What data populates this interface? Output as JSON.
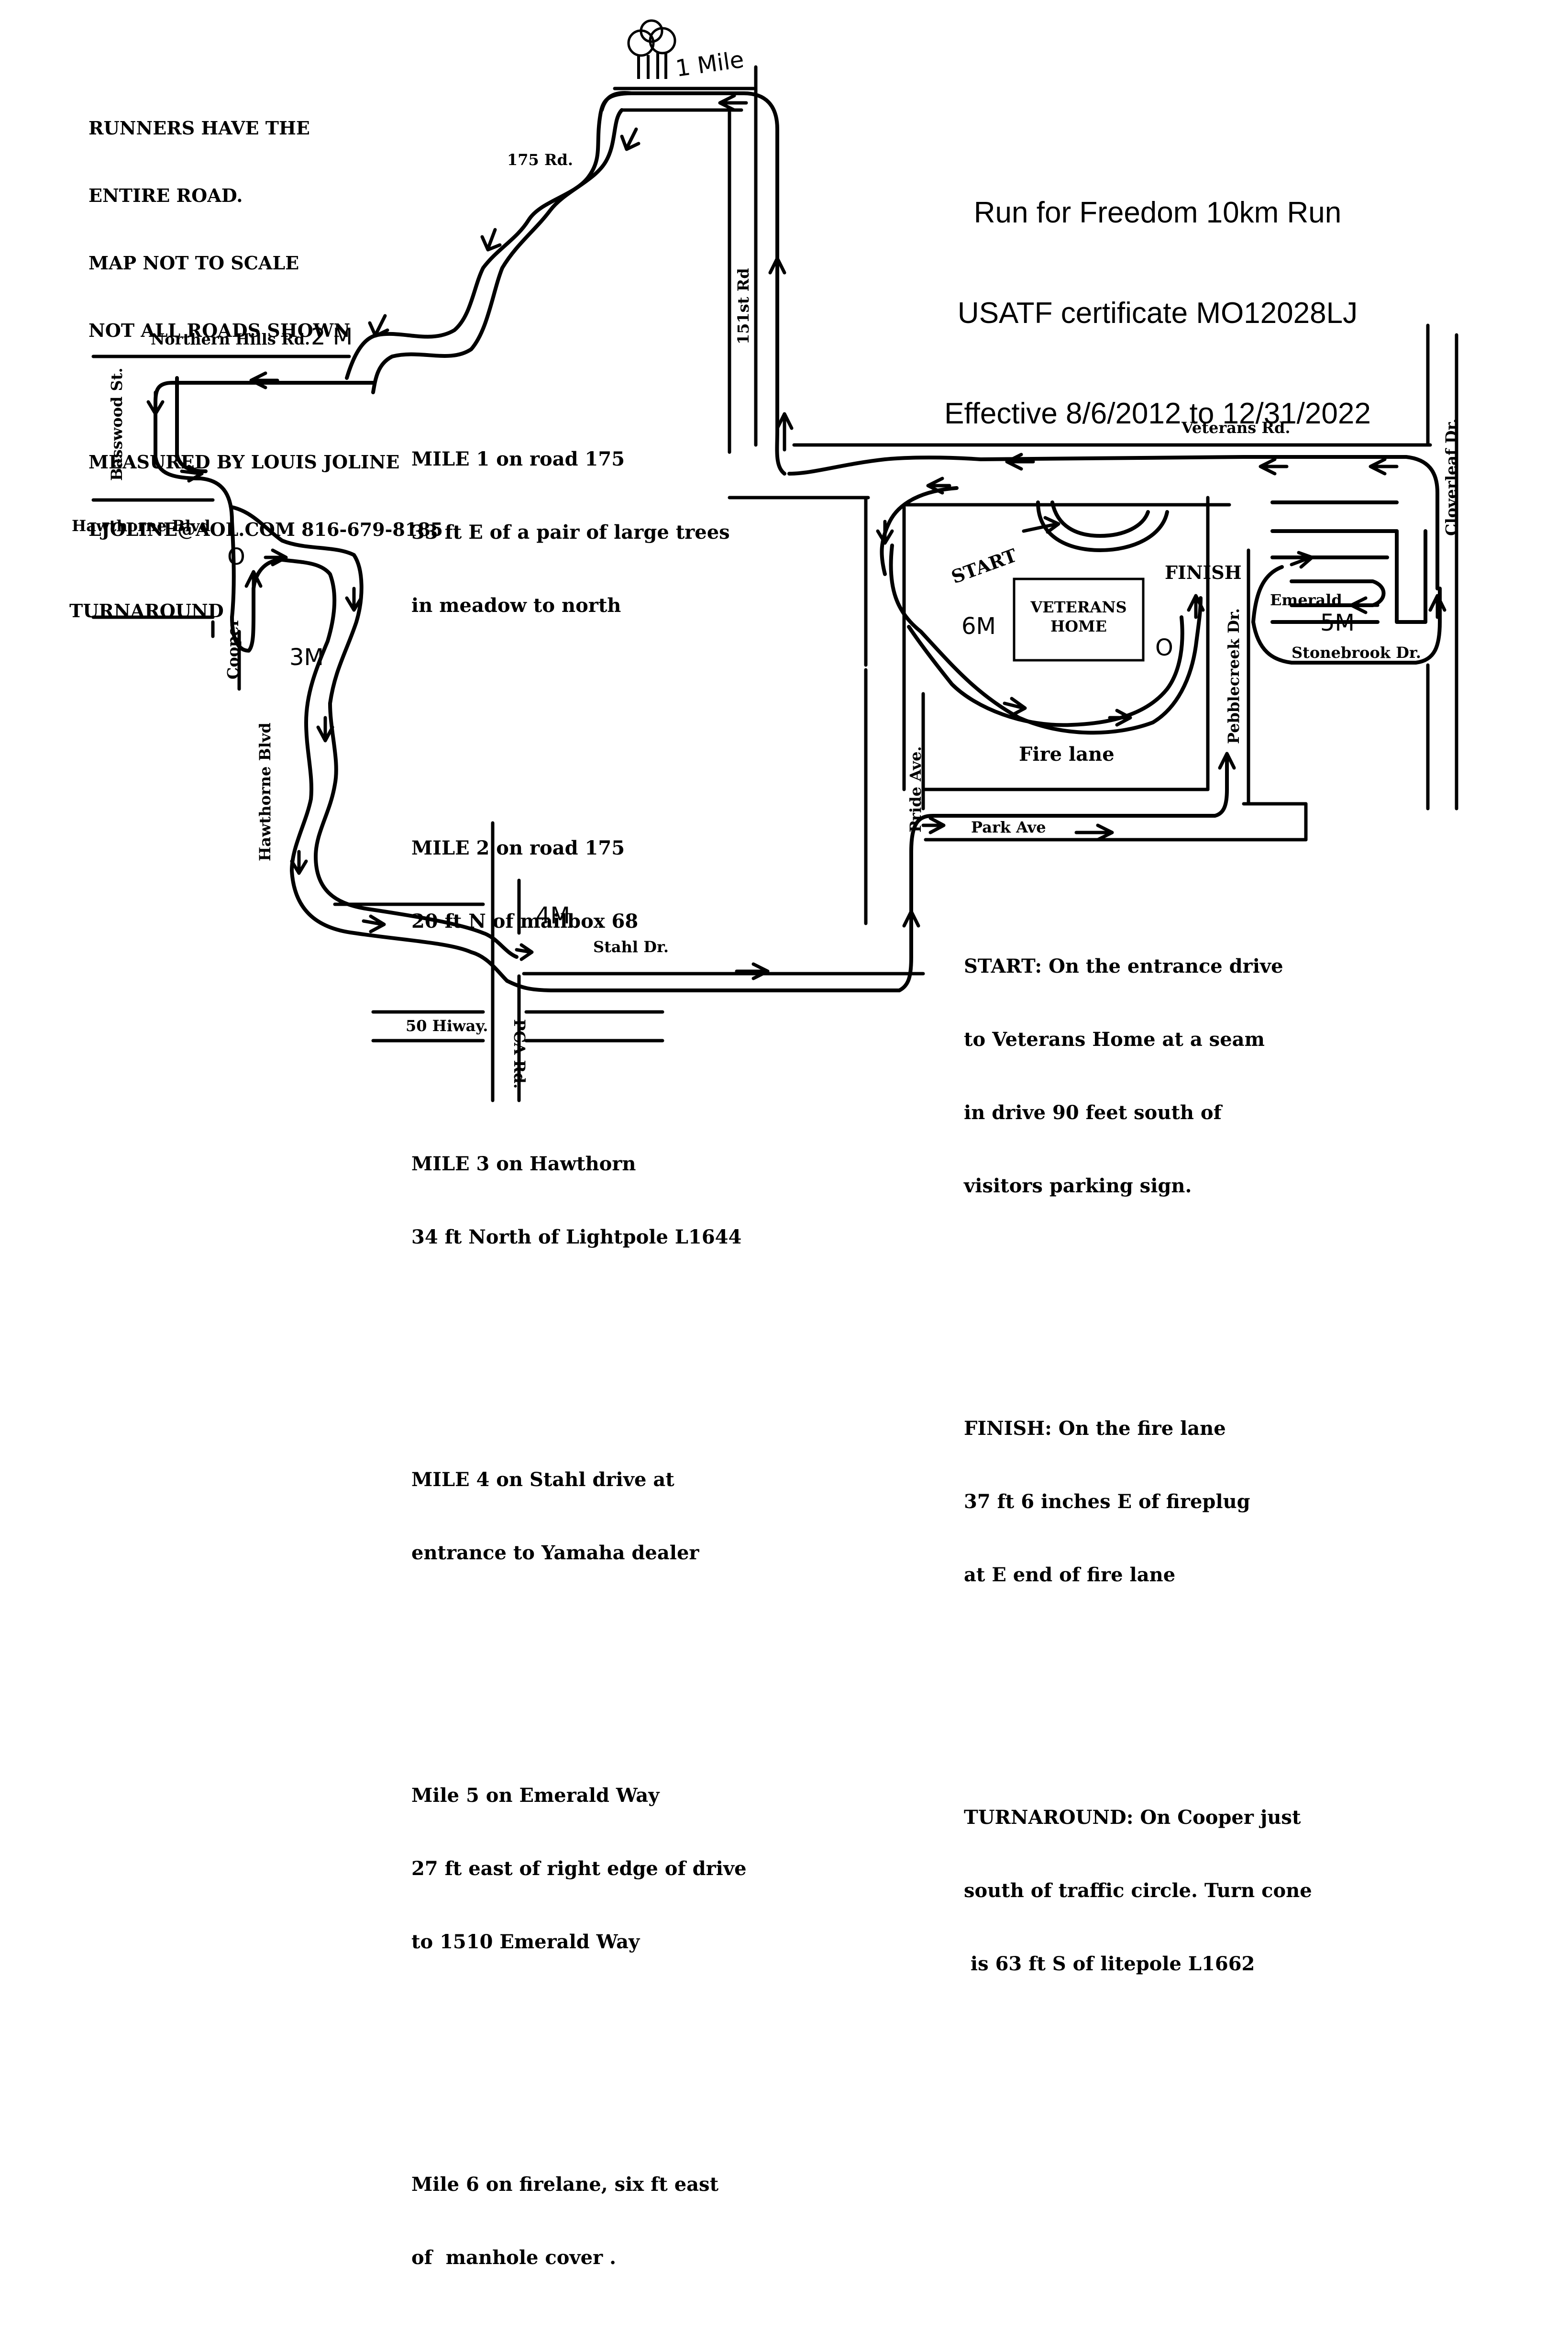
{
  "header_note": {
    "lines": [
      "RUNNERS HAVE THE",
      "ENTIRE ROAD.",
      "MAP NOT TO SCALE",
      "NOT ALL ROADS SHOWN"
    ],
    "measured_by": "MEASURED BY LOUIS JOLINE",
    "contact": "LJOLINE@AOL.COM 816-679-8185"
  },
  "title": {
    "line1": "Run for Freedom 10km Run",
    "line2": "USATF certificate MO12028LJ",
    "line3": "Effective 8/6/2012 to 12/31/2022"
  },
  "mile_notes": [
    {
      "head": "MILE 1 on road 175",
      "l2": "33 ft E of a pair of large trees",
      "l3": "in meadow to north"
    },
    {
      "head": "MILE 2 on road 175",
      "l2": "20 ft N of mailbox 68",
      "l3": ""
    },
    {
      "head": "MILE 3 on Hawthorn",
      "l2": "34 ft North of Lightpole L1644",
      "l3": ""
    },
    {
      "head": "MILE 4 on Stahl drive at",
      "l2": "entrance to Yamaha dealer",
      "l3": ""
    },
    {
      "head": "Mile 5 on Emerald Way",
      "l2": "27 ft east of right edge of drive",
      "l3": "to 1510 Emerald Way"
    },
    {
      "head": "Mile 6 on firelane, six ft east",
      "l2": "of  manhole cover .",
      "l3": ""
    }
  ],
  "course_notes": {
    "start": [
      "START: On the entrance drive",
      "to Veterans Home at a seam",
      "in drive 90 feet south of",
      "visitors parking sign."
    ],
    "finish": [
      "FINISH: On the fire lane",
      "37 ft 6 inches E of fireplug",
      "at E end of fire lane"
    ],
    "turnaround": [
      "TURNAROUND: On Cooper just",
      "south of traffic circle. Turn cone",
      " is 63 ft S of litepole L1662"
    ]
  },
  "streets": {
    "road_175": "175 Rd.",
    "northern_hills": "Northern Hills Rd.",
    "basswood": "Basswood St.",
    "hawthorne_blvd": "Hawthorne Blvd",
    "hawthorne_blvd_vertical": "Hawthorne Blvd",
    "cooper": "Cooper",
    "road_151st": "151st Rd",
    "veterans_rd": "Veterans Rd.",
    "stahl_dr": "Stahl Dr.",
    "hiway_50": "50 Hiway.",
    "pca_rd": "PCA Rd.",
    "pride_ave": "Pride Ave.",
    "park_ave": "Park Ave",
    "pebblecreek": "Pebblecreek Dr.",
    "emerald": "Emerald",
    "stonebrook": "Stonebrook Dr.",
    "cloverleaf": "Cloverleaf Dr."
  },
  "markers": {
    "mile1": "1 Mile",
    "mile2": "2 M",
    "mile3": "3M",
    "mile4": "4M",
    "mile5": "5M",
    "mile6": "6M",
    "turnaround": "TURNAROUND",
    "start": "START",
    "finish": "FINISH",
    "fire_lane": "Fire lane",
    "veterans_home_l1": "VETERANS",
    "veterans_home_l2": "HOME",
    "circle_symbol": "O"
  }
}
